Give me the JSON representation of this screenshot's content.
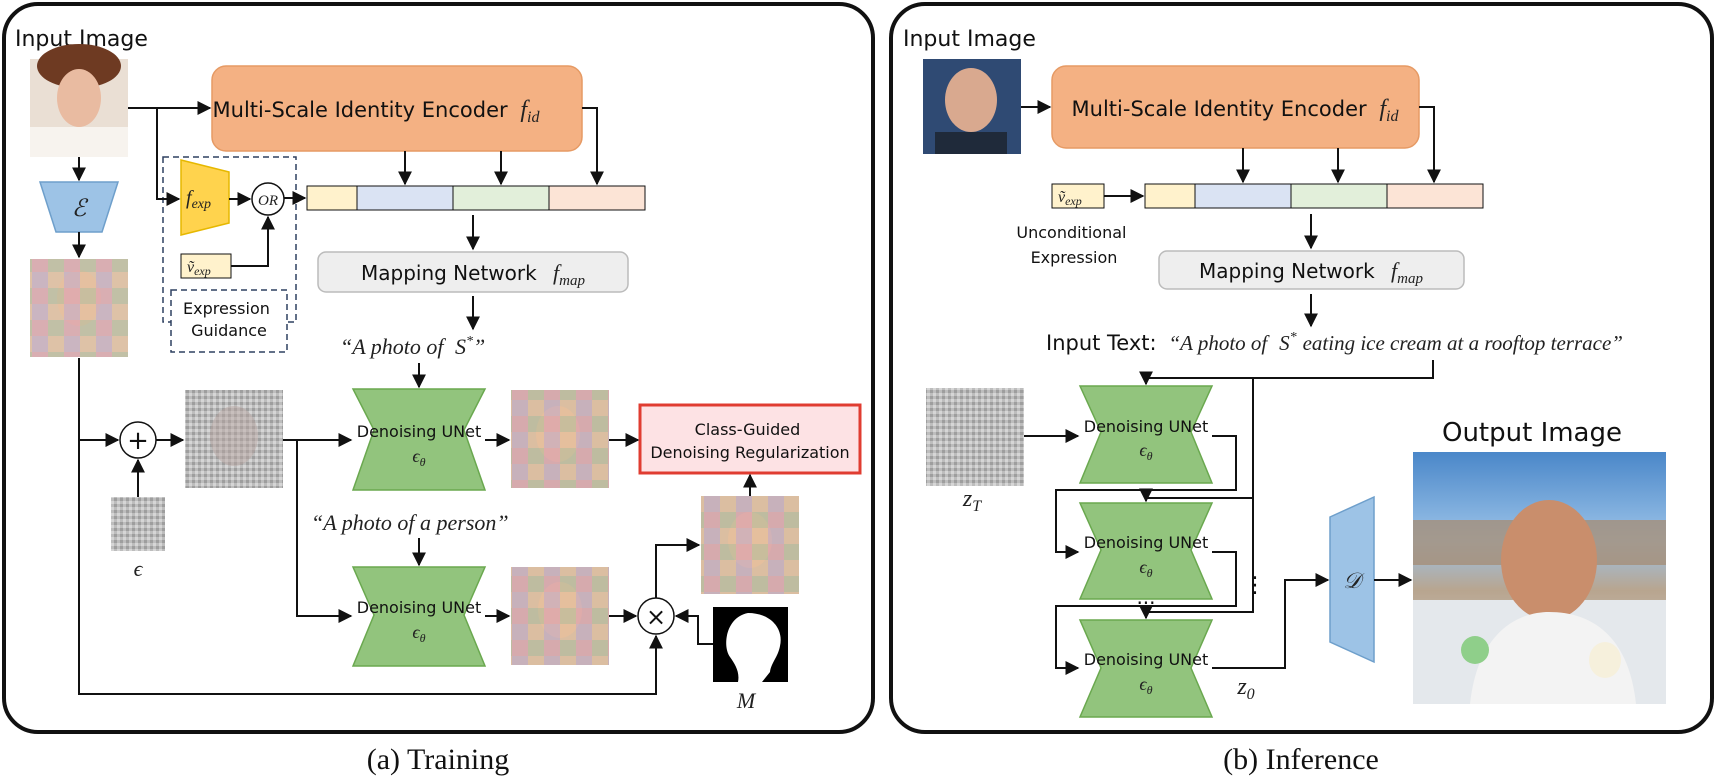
{
  "colors": {
    "encoder_fill": "#f4b183",
    "encoder_stroke": "#e69a64",
    "unet_fill": "#92c47d",
    "mapping_fill": "#eeeeee",
    "regularization_fill": "#fde2e4",
    "regularization_stroke": "#e03c31",
    "vae_fill": "#9dc3e6",
    "fexp_fill": "#ffd34d",
    "token_colors": [
      "#fff2cc",
      "#dae3f3",
      "#e2efda",
      "#fce4d6"
    ]
  },
  "training": {
    "input_image_label": "Input Image",
    "encoder_label": "Multi-Scale Identity Encoder",
    "encoder_symbol": "f",
    "encoder_sub": "id",
    "vae_encoder_symbol": "ℰ",
    "fexp_symbol": "f",
    "fexp_sub": "exp",
    "or_label": "OR",
    "vexp_symbol": "ṽ",
    "vexp_sub": "exp",
    "expression_guidance_line1": "Expression",
    "expression_guidance_line2": "Guidance",
    "mapping_label": "Mapping Network",
    "mapping_symbol": "f",
    "mapping_sub": "map",
    "prompt_identity_prefix": "“A photo of",
    "prompt_identity_token": "S",
    "prompt_identity_sup": "*",
    "prompt_identity_suffix": "”",
    "prompt_class": "“A photo of a person”",
    "unet_line1": "Denoising UNet",
    "unet_line2": "ϵ",
    "unet_sub": "θ",
    "noise_symbol": "ϵ",
    "plus_symbol": "+",
    "times_symbol": "×",
    "regularization_line1": "Class-Guided",
    "regularization_line2": "Denoising Regularization",
    "mask_symbol": "M",
    "caption": "(a) Training"
  },
  "inference": {
    "input_image_label": "Input Image",
    "encoder_label": "Multi-Scale Identity Encoder",
    "encoder_symbol": "f",
    "encoder_sub": "id",
    "vexp_symbol": "ṽ",
    "vexp_sub": "exp",
    "unconditional_line1": "Unconditional",
    "unconditional_line2": "Expression",
    "mapping_label": "Mapping Network",
    "mapping_symbol": "f",
    "mapping_sub": "map",
    "input_text_label": "Input Text:",
    "input_text_prefix": "“A photo of",
    "input_text_token": "S",
    "input_text_sup": "*",
    "input_text_suffix": "eating ice cream at a rooftop terrace”",
    "unet_line1": "Denoising UNet",
    "unet_line2": "ϵ",
    "unet_sub": "θ",
    "zT_symbol": "z",
    "zT_sub": "T",
    "z0_symbol": "z",
    "z0_sub": "0",
    "ellipsis_h": "···",
    "ellipsis_v": "⋮",
    "decoder_symbol": "𝒟",
    "output_image_label": "Output Image",
    "caption": "(b) Inference"
  }
}
